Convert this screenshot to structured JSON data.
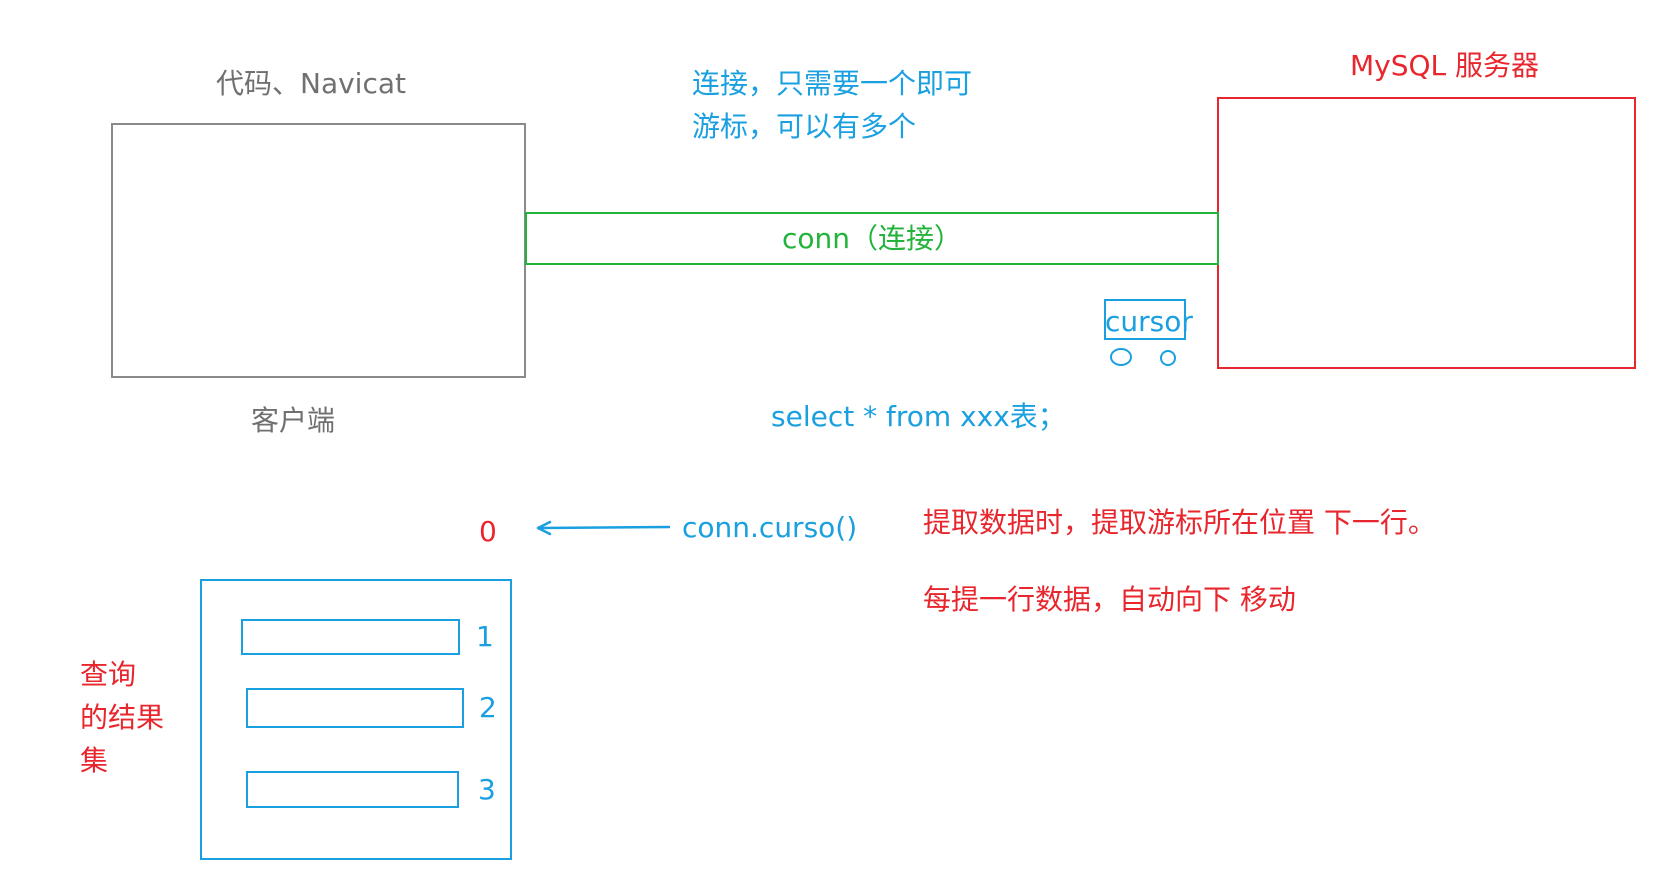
{
  "client": {
    "title": "代码、Navicat",
    "caption": "客户端"
  },
  "server": {
    "title": "MySQL 服务器"
  },
  "notes": {
    "connection": "连接，只需要一个即可",
    "cursor": "游标，可以有多个"
  },
  "connection": {
    "label": "conn（连接）"
  },
  "cursor": {
    "label": "cursor"
  },
  "query": {
    "sql": "select * from xxx表；"
  },
  "pointer": {
    "index": "0",
    "call": "conn.curso()"
  },
  "fetch_notes": {
    "line1": "提取数据时，提取游标所在位置 下一行。",
    "line2": "每提一行数据，自动向下 移动"
  },
  "result_set": {
    "label_line1": "查询",
    "label_line2": "的结果",
    "label_line3": "集",
    "rows": [
      "1",
      "2",
      "3"
    ]
  },
  "colors": {
    "blue": "#1aa0e0",
    "red": "#e8262d",
    "green": "#22b33a",
    "gray": "#8a8a8a"
  }
}
